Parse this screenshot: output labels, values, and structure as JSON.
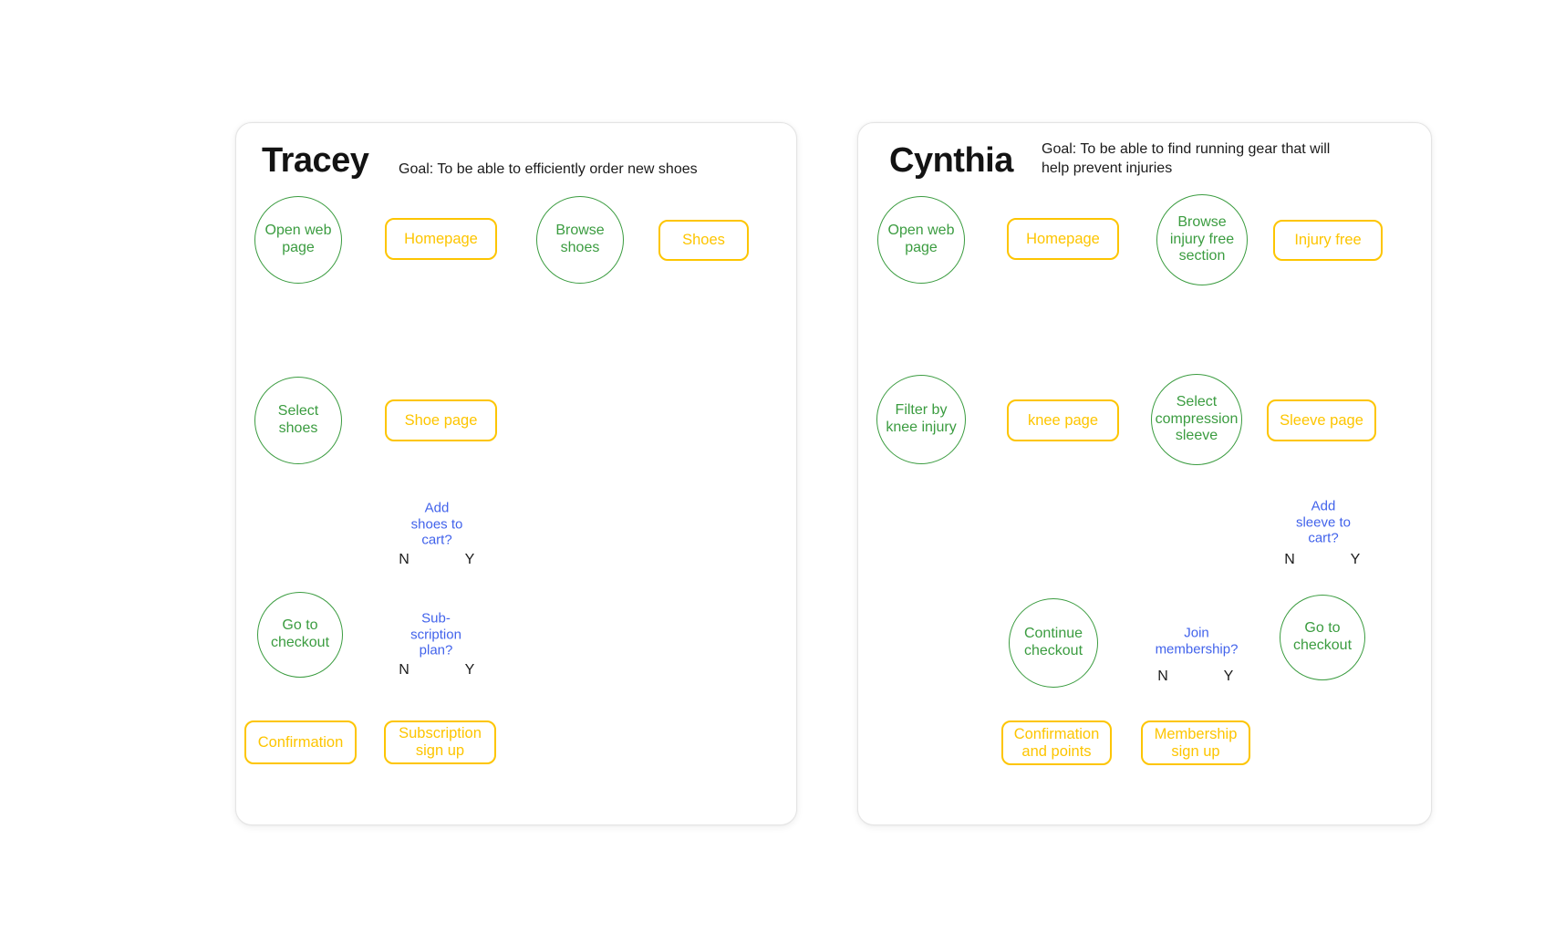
{
  "canvas": {
    "background": "#ffffff"
  },
  "colors": {
    "step_green": "#3b9c40",
    "page_yellow": "#fdc500",
    "decision_blue": "#4263eb",
    "connector_red": "#ee1d24",
    "label_ink": "#1c1c1c"
  },
  "personas": [
    {
      "name": "Tracey",
      "goal": "Goal: To be able to efficiently order new shoes",
      "nodes": {
        "open_web_page": "Open web\npage",
        "homepage": "Homepage",
        "browse_shoes": "Browse\nshoes",
        "shoes": "Shoes",
        "select_shoes": "Select\nshoes",
        "shoe_page": "Shoe page",
        "add_to_cart_q": "Add\nshoes to\ncart?",
        "subscription_q": "Sub-\nscription\nplan?",
        "go_to_checkout": "Go to\ncheckout",
        "confirmation": "Confirmation",
        "subscription_signup": "Subscription\nsign up",
        "labels": {
          "no": "N",
          "yes": "Y"
        }
      }
    },
    {
      "name": "Cynthia",
      "goal": "Goal: To be able to find running gear that will\nhelp prevent injuries",
      "nodes": {
        "open_web_page": "Open web\npage",
        "homepage": "Homepage",
        "browse_injury_free": "Browse\ninjury free\nsection",
        "injury_free": "Injury free",
        "filter_knee": "Filter by\nknee injury",
        "knee_page": "knee page",
        "select_sleeve": "Select\ncompression\nsleeve",
        "sleeve_page": "Sleeve page",
        "add_to_cart_q": "Add\nsleeve to\ncart?",
        "go_to_checkout": "Go to\ncheckout",
        "join_membership_q": "Join\nmembership?",
        "continue_checkout": "Continue\ncheckout",
        "confirmation_points": "Confirmation\nand points",
        "membership_signup": "Membership\nsign up",
        "labels": {
          "no": "N",
          "yes": "Y"
        }
      }
    }
  ]
}
